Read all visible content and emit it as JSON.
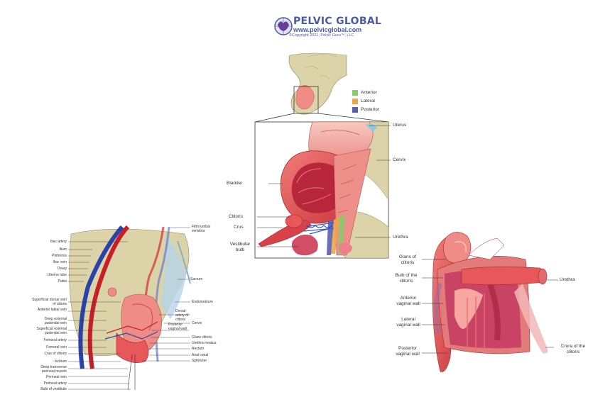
{
  "brand": {
    "name": "PELVIC GLOBAL",
    "url": "www.pelvicglobal.com",
    "copyright": "©Copyright 2021, Pelvic Guru™, LLC"
  },
  "legend": [
    {
      "label": "Anterior",
      "color": "#8cc96a"
    },
    {
      "label": "Lateral",
      "color": "#f0a44a"
    },
    {
      "label": "Posterior",
      "color": "#5a5fb3"
    }
  ],
  "center_labels": {
    "uterus": "Uterus",
    "cervix": "Cervix",
    "bladder": "Bladder",
    "clitoris": "Clitoris",
    "crus": "Crus",
    "urethra": "Urethra",
    "vestibular_bulb": "Vestibular bulb"
  },
  "left_labels": {
    "left_side": [
      "Iliac artery",
      "Ilium",
      "Piriformis",
      "Iliac vein",
      "Ovary",
      "Uterine tube",
      "Pubis",
      "Superficial dorsal vein of clitoris",
      "Anterior labial vein",
      "Deep external pudendal vein",
      "Superficial external pudendal vein",
      "Femoral artery",
      "Femoral vein",
      "Crus of clitoris",
      "Ischium",
      "Deep transverse perineal muscle",
      "Perineal vein",
      "Perineal artery",
      "Bulb of vestibule"
    ],
    "right_side": [
      "Fifth lumbar vertebra",
      "Sacrum",
      "Endometrium",
      "Dorsal artery of clitoris",
      "Cervix",
      "Posterior vaginal wall",
      "Glans clitoris",
      "Urethra meatus",
      "Rectum",
      "Anal canal",
      "Sphincter"
    ]
  },
  "right_labels": {
    "glans": "Glans of clitoris",
    "bulb": "Bulb of the clitoris",
    "anterior_wall": "Anterior vaginal wall",
    "lateral_wall": "Lateral vaginal wall",
    "posterior_wall": "Posterior vaginal wall",
    "urethra": "Urethra",
    "crura": "Crura of the clitoris"
  },
  "colors": {
    "bone": "#ddd3a8",
    "tissue_red": "#e8585a",
    "tissue_pink": "#f1a5a0",
    "artery": "#c81e28",
    "vein": "#2a43a8",
    "outline": "#333333"
  }
}
